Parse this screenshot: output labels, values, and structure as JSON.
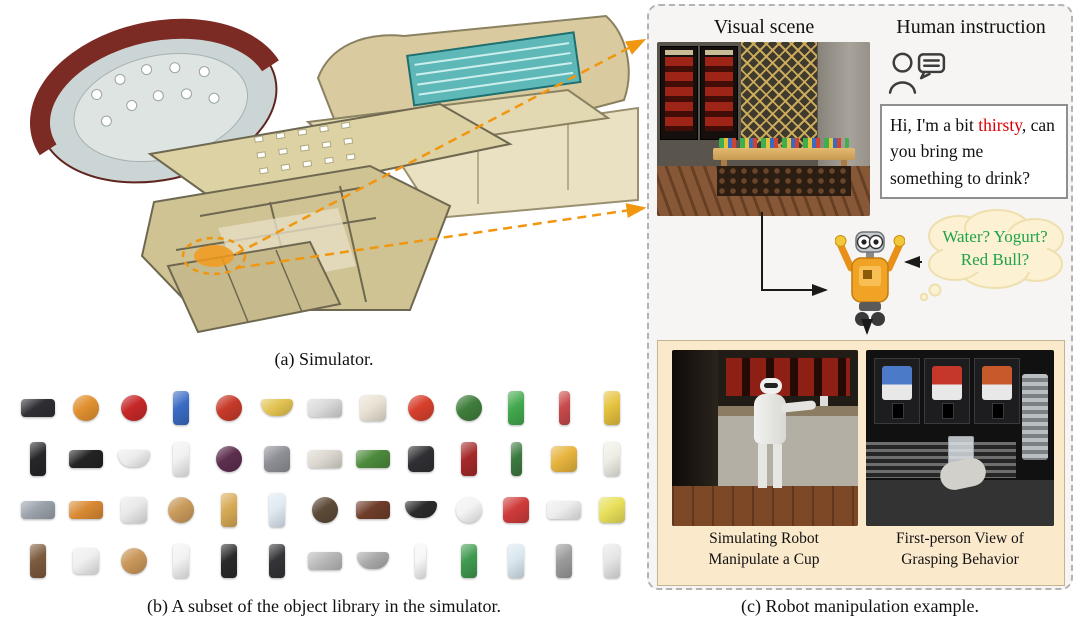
{
  "captions": {
    "a": "(a) Simulator.",
    "b": "(b) A subset of the object library in the simulator.",
    "c": "(c) Robot manipulation example."
  },
  "panel_c": {
    "visual_scene_label": "Visual scene",
    "human_instruction_label": "Human instruction",
    "instruction": {
      "pre": "Hi, I'm a bit ",
      "highlight": "thirsty",
      "post": ", can you bring me something to drink?"
    },
    "thought_text": "Water? Yogurt? Red Bull?",
    "sub_captions": {
      "left": "Simulating Robot Manipulate a Cup",
      "right": "First-person View of Grasping Behavior"
    },
    "colors": {
      "highlight": "#d80000",
      "thought": "#1fa34a",
      "arrow": "#f0960f",
      "panel_bg": "#fbe9cc"
    },
    "icons": {
      "human": "person-speech-icon",
      "robot": "robot-icon",
      "thought": "thought-cloud"
    }
  },
  "panel_b": {
    "objects": [
      {
        "name": "kettle",
        "color": "#2f2f33",
        "shape": "wide"
      },
      {
        "name": "orange",
        "color": "#e09030",
        "shape": "circle"
      },
      {
        "name": "strawberry",
        "color": "#c62828",
        "shape": "circle"
      },
      {
        "name": "blue-pack",
        "color": "#3a6bc4",
        "shape": "tall"
      },
      {
        "name": "apple",
        "color": "#c63a2a",
        "shape": "circle"
      },
      {
        "name": "yellow-bowl",
        "color": "#e2c250",
        "shape": "bowl"
      },
      {
        "name": "paper-roll",
        "color": "#d9d9d9",
        "shape": "wide"
      },
      {
        "name": "teddy-bear",
        "color": "#e9e2d4",
        "shape": "sq"
      },
      {
        "name": "tomato",
        "color": "#d6402c",
        "shape": "circle"
      },
      {
        "name": "watermelon",
        "color": "#3f7d3b",
        "shape": "circle"
      },
      {
        "name": "green-carton",
        "color": "#43a94e",
        "shape": "tall"
      },
      {
        "name": "red-tube",
        "color": "#c94a4a",
        "shape": "thin"
      },
      {
        "name": "yellow-carton",
        "color": "#e6c23e",
        "shape": "tall"
      },
      {
        "name": "soy-sauce-bottle",
        "color": "#26262a",
        "shape": "tall"
      },
      {
        "name": "black-slipper",
        "color": "#232323",
        "shape": "wide"
      },
      {
        "name": "white-bowl",
        "color": "#ececec",
        "shape": "bowl"
      },
      {
        "name": "white-cup",
        "color": "#f1f1f1",
        "shape": "tall"
      },
      {
        "name": "mangosteen",
        "color": "#5c2e4e",
        "shape": "circle"
      },
      {
        "name": "calculator",
        "color": "#8f8f97",
        "shape": "sq"
      },
      {
        "name": "plush-toy",
        "color": "#dcd8d0",
        "shape": "wide"
      },
      {
        "name": "cucumber",
        "color": "#4c8a3c",
        "shape": "wide"
      },
      {
        "name": "black-wallet",
        "color": "#303034",
        "shape": "sq"
      },
      {
        "name": "red-book",
        "color": "#a52a2a",
        "shape": "tall"
      },
      {
        "name": "green-bottle",
        "color": "#3c7a40",
        "shape": "thin"
      },
      {
        "name": "snack-pack",
        "color": "#e7b43e",
        "shape": "sq"
      },
      {
        "name": "milk-bottle",
        "color": "#efeee6",
        "shape": "tall"
      },
      {
        "name": "mortar-pestle",
        "color": "#9aa2aa",
        "shape": "wide"
      },
      {
        "name": "orange-mug",
        "color": "#d98a33",
        "shape": "wide"
      },
      {
        "name": "white-mug",
        "color": "#e9e9e9",
        "shape": "sq"
      },
      {
        "name": "donut",
        "color": "#c99a5b",
        "shape": "circle"
      },
      {
        "name": "chips-can",
        "color": "#d7aa55",
        "shape": "tall"
      },
      {
        "name": "blue-carton",
        "color": "#dfeaf3",
        "shape": "tall"
      },
      {
        "name": "bead-bracelet",
        "color": "#5d4a38",
        "shape": "circle"
      },
      {
        "name": "chocolate-box",
        "color": "#6e3d2a",
        "shape": "wide"
      },
      {
        "name": "black-pot",
        "color": "#2b2b2b",
        "shape": "bowl"
      },
      {
        "name": "white-soap",
        "color": "#f3f3f3",
        "shape": "circle"
      },
      {
        "name": "rubiks-cube",
        "color": "#cf3b3b",
        "shape": "sq"
      },
      {
        "name": "paper-bag",
        "color": "#ededed",
        "shape": "wide"
      },
      {
        "name": "sticky-notes",
        "color": "#e8e05a",
        "shape": "sq"
      },
      {
        "name": "coffee-cup",
        "color": "#7c5a3c",
        "shape": "tall"
      },
      {
        "name": "kitchen-scale",
        "color": "#efefef",
        "shape": "sq"
      },
      {
        "name": "bread-loaf",
        "color": "#c9975a",
        "shape": "circle"
      },
      {
        "name": "white-carton",
        "color": "#f2f2f2",
        "shape": "tall"
      },
      {
        "name": "black-bin",
        "color": "#2a2a2a",
        "shape": "tall"
      },
      {
        "name": "black-cup",
        "color": "#343438",
        "shape": "tall"
      },
      {
        "name": "gray-tray",
        "color": "#b9b9b9",
        "shape": "wide"
      },
      {
        "name": "gray-basket",
        "color": "#a9a9a9",
        "shape": "bowl"
      },
      {
        "name": "spray-bottle",
        "color": "#f7f7f7",
        "shape": "thin"
      },
      {
        "name": "green-drink-bottle",
        "color": "#3f9a4f",
        "shape": "tall"
      },
      {
        "name": "water-bottle",
        "color": "#d9e7ef",
        "shape": "tall"
      },
      {
        "name": "gray-cup",
        "color": "#9b9b9b",
        "shape": "tall"
      },
      {
        "name": "paper-cup",
        "color": "#e6e6e6",
        "shape": "tall"
      }
    ]
  }
}
